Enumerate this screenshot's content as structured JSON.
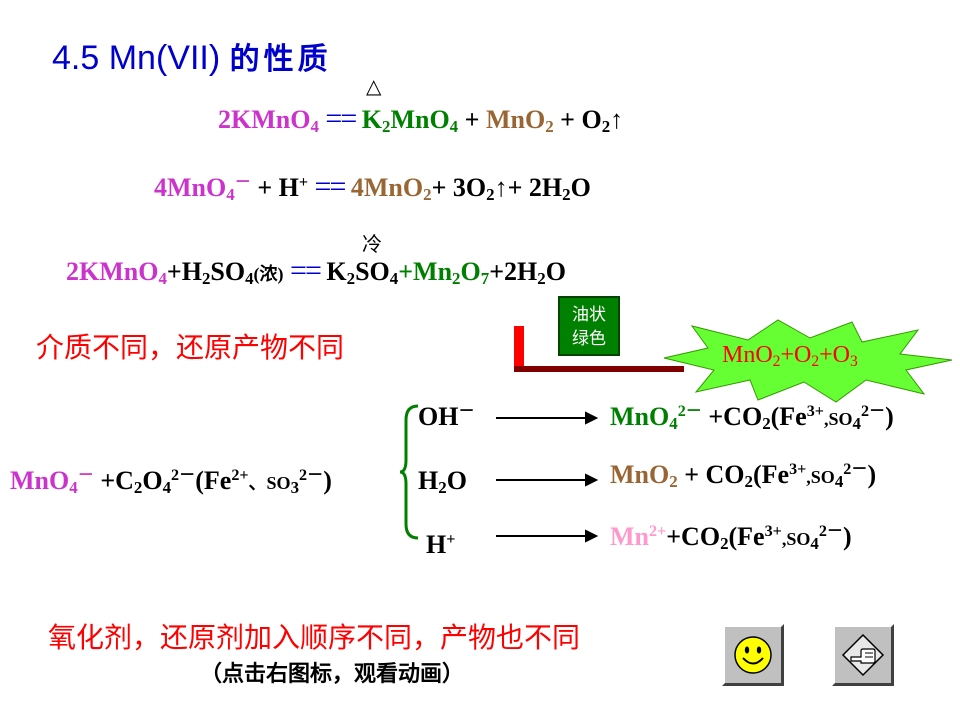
{
  "title": {
    "prefix": "4.5  Mn(VII) ",
    "chinese": "的性质"
  },
  "eq1": {
    "condition": "△",
    "left": {
      "coef": "2KMnO",
      "sub": "4"
    },
    "sign": "==",
    "p1": {
      "a": "K",
      "s1": "2",
      "b": "MnO",
      "s2": "4"
    },
    "plus": " + ",
    "p2": {
      "a": "MnO",
      "s": "2"
    },
    "p3": {
      "a": "O",
      "s": "2",
      "arrow": "↑"
    }
  },
  "eq2": {
    "left": {
      "a": "4MnO",
      "s": "4",
      "sup": "－"
    },
    "plusH": " + H",
    "hsup": "+",
    "sign": "==",
    "p1": {
      "a": "4MnO",
      "s": "2"
    },
    "p2": {
      "a": "+ 3O",
      "s": "2",
      "arrow": "↑",
      "plus": "+ 2H",
      "s2": "2",
      "o": "O"
    }
  },
  "eq3": {
    "condition": "冷",
    "left": {
      "a": "2KMnO",
      "s": "4"
    },
    "acid": {
      "a": "+H",
      "s1": "2",
      "b": "SO",
      "s2": "4",
      "note": "(浓)"
    },
    "sign": "==",
    "p1": {
      "a": "K",
      "s1": "2",
      "b": "SO",
      "s2": "4"
    },
    "p2": {
      "a": "+Mn",
      "s1": "2",
      "b": "O",
      "s2": "7"
    },
    "p3": {
      "a": "+2H",
      "s": "2",
      "o": "O"
    }
  },
  "medium_text": "介质不同，还原产物不同",
  "oily_box": {
    "line1": "油状",
    "line2": "绿色"
  },
  "starburst": {
    "a": "MnO",
    "s1": "2",
    "b": "+O",
    "s2": "2",
    "c": "+O",
    "s3": "3"
  },
  "reactant": {
    "a": "MnO",
    "s1": "4",
    "sup1": "－",
    "b": " +C",
    "s2": "2",
    "c": "O",
    "s3": "4",
    "sup2": "2－",
    "paren": "(Fe",
    "sup3": "2+",
    "d": "、SO",
    "s4": "3",
    "sup4": "2－",
    "close": ")"
  },
  "conditions": {
    "oh": {
      "a": "OH",
      "sup": "－"
    },
    "h2o": {
      "a": "H",
      "s": "2",
      "b": "O"
    },
    "h": {
      "a": "H",
      "sup": "+"
    }
  },
  "products": {
    "basic": {
      "a": "MnO",
      "s": "4",
      "sup": "2－",
      "b": " +CO",
      "s2": "2",
      "paren": "(Fe",
      "sup2": "3+",
      "c": ",SO",
      "s3": "4",
      "sup3": "2－",
      "close": ")"
    },
    "neutral": {
      "a": "MnO",
      "s": "2",
      "b": " + CO",
      "s2": "2",
      "paren": "(Fe",
      "sup2": "3+",
      "c": ",SO",
      "s3": "4",
      "sup3": "2－",
      "close": ")"
    },
    "acidic": {
      "a": "Mn",
      "sup": "2+",
      "b": "+CO",
      "s2": "2",
      "paren": "(Fe",
      "sup2": "3+",
      "c": ",SO",
      "s3": "4",
      "sup3": "2－",
      "close": ")"
    }
  },
  "bottom_text": "氧化剂，还原剂加入顺序不同，产物也不同",
  "hint_text": "（点击右图标，观看动画）",
  "icons": [
    "smiley-icon",
    "hand-pointer-icon"
  ]
}
